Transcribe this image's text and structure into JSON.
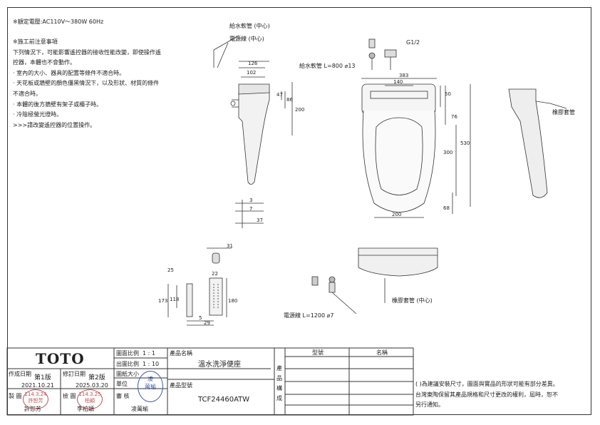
{
  "header": {
    "rated_voltage": "※額定電壓:AC110V～380W 60Hz"
  },
  "notes": {
    "title": "※施工前注意事項",
    "lines": [
      "下列情況下，可能影響遙控器的接收性能改變，即使操作遙",
      "控器，本體也不會動作。",
      "· 室內的大小、器具的配置等條件不適合時。",
      "· 天花板或牆壁的顏色僵黑情況下，以及形狀、材質的條件",
      "  不適合時。",
      "· 本體的後方牆壁有架子或櫃子時。",
      "· 冷陰極螢光燈時。",
      ">>>請改變遙控器的位置操作。"
    ]
  },
  "labels": {
    "water_pipe_center": "給水軟管 (中心)",
    "power_cord_center": "電源線 (中心)",
    "water_hose": "給水軟管 L=800 ⌀13",
    "g12": "G1/2",
    "rubber_sleeve": "橡膠套管",
    "rubber_sleeve_center": "橡膠套管 (中心)",
    "power_cord": "電源線 L=1200 ⌀7"
  },
  "dimensions": {
    "side": [
      "126",
      "102",
      "47",
      "86",
      "200",
      "3",
      "7",
      "37"
    ],
    "top": [
      "383",
      "140",
      "50",
      "76",
      "300",
      "530",
      "68",
      "200"
    ],
    "remote": [
      "31",
      "25",
      "22",
      "173",
      "118",
      "180",
      "5",
      "29"
    ]
  },
  "title_block": {
    "brand": "TOTO",
    "scale_label": "圖面比例",
    "scale_value": "1 : 1",
    "print_scale_label": "出圖比例",
    "print_scale_value": "1 : 10",
    "size_label": "圖紙大小",
    "unit_label": "單位",
    "review_label": "審 核",
    "product_name_label": "產品名稱",
    "product_name": "溫水洗淨便座",
    "product_model_label": "產品型號",
    "product_model": "TCF24460ATW",
    "created_label": "作成日期",
    "edition1": "第1版",
    "date1": "2021.10.21",
    "revised_label": "修訂日期",
    "edition2": "第2版",
    "date2": "2025.03.20",
    "maker_label": "製 圖",
    "check_label": "檢 圖",
    "maker_name": "許恕芳",
    "checker_name": "李柏穎",
    "reviewer_name": "凌萬瑜",
    "stamp1": "許恕芳",
    "stamp1_date": "114.3.24",
    "stamp2": "柏穎",
    "stamp2_date": "114.3.25",
    "stamp3_top": "凌",
    "stamp3_mid": "萬瑜",
    "components_label": "產品構成",
    "col_model": "型號",
    "col_name": "名稱",
    "disclaimer": [
      "( )為建議安裝尺寸，圖面與實品的形狀可能有部分差異。",
      "台灣東陶保留其產品規格和尺寸更改的權利，屆時，恕不",
      "另行通知。"
    ]
  }
}
